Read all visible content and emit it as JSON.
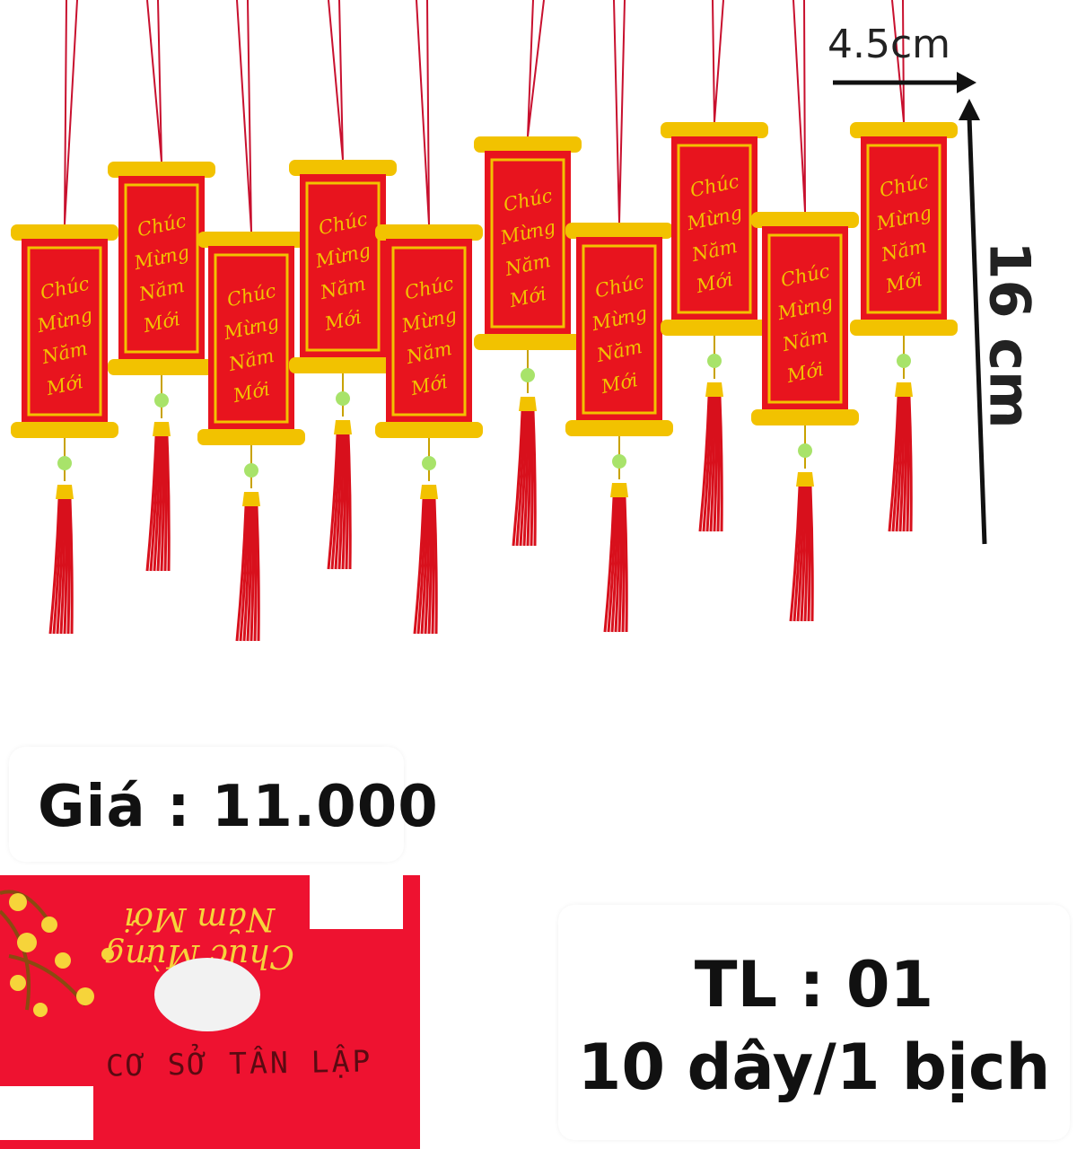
{
  "ornament_text": [
    "Chúc",
    "Mừng",
    "Năm",
    "Mới"
  ],
  "dimensions": {
    "width_label": "4.5cm",
    "height_label": "16 cm"
  },
  "price": "Giá : 11.000",
  "product_code": "TL : 01",
  "package": "10 dây/1 bịch",
  "bag": {
    "greeting": "Chúc Mừng Năm Mới",
    "maker": "CƠ SỞ TÂN LẬP"
  },
  "colors": {
    "red": "#e8141e",
    "gold": "#f2c200",
    "background": "#ffffff",
    "bag_red": "#ee1230"
  },
  "ornament_count": 10
}
